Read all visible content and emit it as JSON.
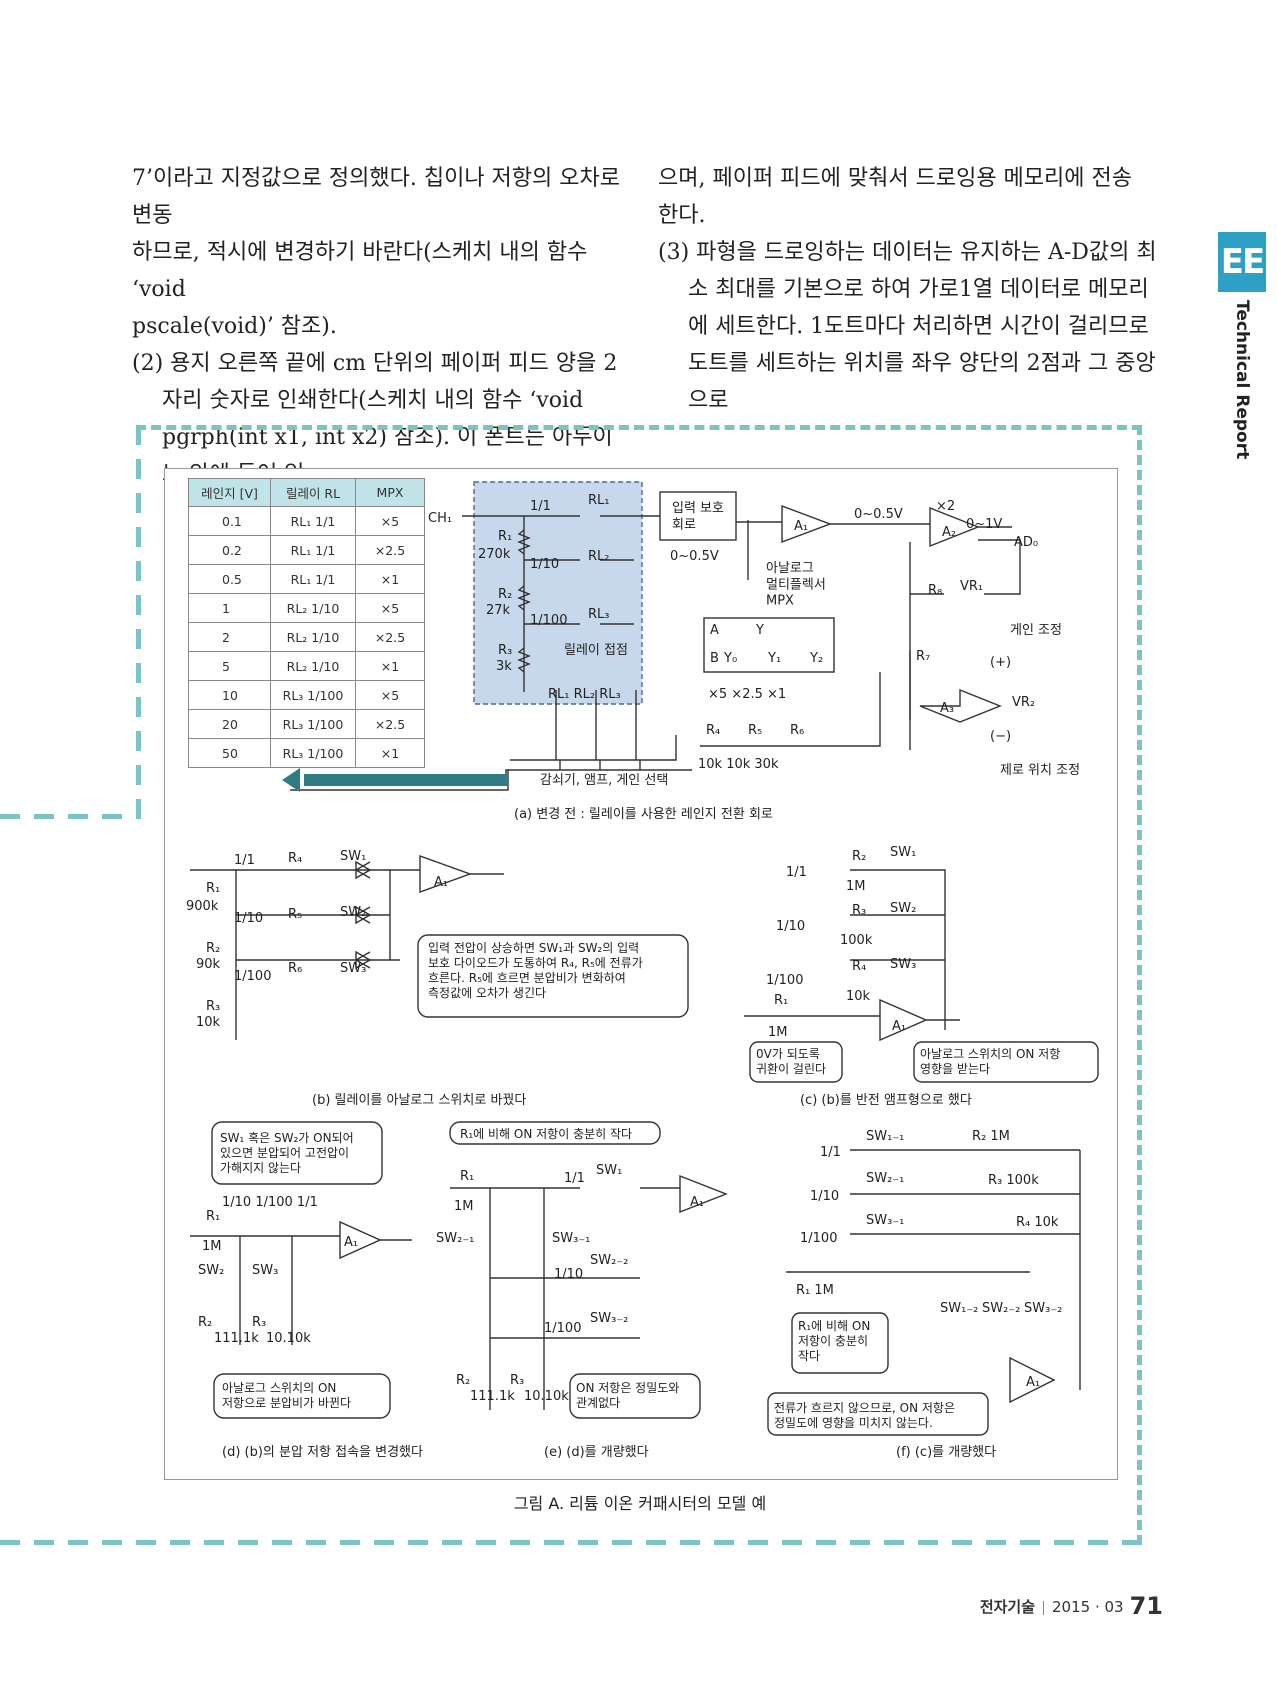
{
  "column_left": {
    "lines": [
      "7’이라고 지정값으로 정의했다. 칩이나 저항의 오차로 변동",
      "하므로, 적시에 변경하기 바란다(스케치 내의 함수 ‘void",
      "pscale(void)’ 참조)."
    ],
    "item2": "(2) 용지 오른쪽 끝에 cm 단위의 페이퍼 피드 양을 2자리 숫자로 인쇄한다(스케치 내의 함수 ‘void pgrph(int x1, int x2) 참조). 이 폰트는 아두이노 안에 들어 있"
  },
  "column_right": {
    "lines": [
      "으며, 페이퍼 피드에 맞춰서 드로잉용 메모리에 전송",
      "한다."
    ],
    "item3": "(3) 파형을 드로잉하는 데이터는 유지하는 A-D값의 최소 최대를 기본으로 하여 가로1열 데이터로 메모리에 세트한다. 1도트마다 처리하면 시간이 걸리므로 도트를 세트하는 위치를 좌우 양단의 2점과 그 중앙으로"
  },
  "side": {
    "tab": "EE",
    "label": "Technical Report"
  },
  "figure": {
    "caption": "그림 A. 리튬 이온 커패시터의 모델 예",
    "table": {
      "headers": [
        "레인지 [V]",
        "릴레이 RL",
        "MPX"
      ],
      "rows": [
        [
          "0.1",
          "RL₁ 1/1",
          "×5"
        ],
        [
          "0.2",
          "RL₁ 1/1",
          "×2.5"
        ],
        [
          "0.5",
          "RL₁ 1/1",
          "×1"
        ],
        [
          "1",
          "RL₂ 1/10",
          "×5"
        ],
        [
          "2",
          "RL₂ 1/10",
          "×2.5"
        ],
        [
          "5",
          "RL₂ 1/10",
          "×1"
        ],
        [
          "10",
          "RL₃ 1/100",
          "×5"
        ],
        [
          "20",
          "RL₃ 1/100",
          "×2.5"
        ],
        [
          "50",
          "RL₃ 1/100",
          "×1"
        ]
      ]
    },
    "a": {
      "ch1": "CH₁",
      "r1": "R₁",
      "r1v": "270k",
      "r2": "R₂",
      "r2v": "27k",
      "r3": "R₃",
      "r3v": "3k",
      "rl1": "RL₁",
      "rl2": "RL₂",
      "rl3": "RL₃",
      "div1": "1/1",
      "div10": "1/10",
      "div100": "1/100",
      "relay_contact": "릴레이 접점",
      "rl_bottom": "RL₁ RL₂ RL₃",
      "input_prot": "입력 보호\n회로",
      "range1": "0~0.5V",
      "range2": "0~0.5V",
      "range3": "0~1V",
      "a1": "A₁",
      "a2": "A₂",
      "a3": "A₃",
      "x2": "×2",
      "mpx": "아날로그\n멀티플렉서\nMPX",
      "mpx_a": "A",
      "mpx_b": "B",
      "mpx_y": "Y",
      "mpx_y0": "Y₀",
      "mpx_y1": "Y₁",
      "mpx_y2": "Y₂",
      "gains": "×5 ×2.5  ×1",
      "r4": "R₄",
      "r5": "R₅",
      "r6": "R₆",
      "r456v": "10k  10k  30k",
      "ad0": "AD₀",
      "r8": "R₈",
      "vr1": "VR₁",
      "r7": "R₇",
      "vr2": "VR₂",
      "plus": "(+)",
      "minus": "(−)",
      "gain_adj": "게인 조정",
      "zero_adj": "제로 위치 조정",
      "select": "감쇠기, 앰프, 게인 선택",
      "caption": "(a) 변경 전 : 릴레이를 사용한 레인지 전환 회로"
    },
    "b": {
      "div1": "1/1",
      "div10": "1/10",
      "div100": "1/100",
      "r1": "R₁",
      "r1v": "900k",
      "r2": "R₂",
      "r2v": "90k",
      "r3": "R₃",
      "r3v": "10k",
      "r4": "R₄",
      "r5": "R₅",
      "r6": "R₆",
      "sw1": "SW₁",
      "sw2": "SW₂",
      "sw3": "SW₃",
      "a1": "A₁",
      "note": "입력 전압이 상승하면 SW₁과 SW₂의 입력\n보호 다이오드가 도통하여 R₄, R₅에 전류가\n흐른다. R₅에 흐르면 분압비가 변화하여\n측정값에 오차가 생긴다",
      "caption": "(b) 릴레이를 아날로그 스위치로 바꿨다"
    },
    "c": {
      "div1": "1/1",
      "div10": "1/10",
      "div100": "1/100",
      "r2": "R₂",
      "r2v": "1M",
      "r3": "R₃",
      "r3v": "100k",
      "r4": "R₄",
      "r4v": "10k",
      "r1": "R₁",
      "r1v": "1M",
      "sw1": "SW₁",
      "sw2": "SW₂",
      "sw3": "SW₃",
      "a1": "A₁",
      "note1": "0V가 되도록\n귀환이 걸린다",
      "note2": "아날로그 스위치의 ON 저항\n영향을 받는다",
      "caption": "(c) (b)를 반전 앰프형으로 했다"
    },
    "d": {
      "note1": "SW₁ 혹은 SW₂가 ON되어\n있으면 분압되어 고전압이\n가해지지 않는다",
      "divs": "1/10  1/100  1/1",
      "r1": "R₁",
      "r1v": "1M",
      "sw2": "SW₂",
      "sw3": "SW₃",
      "a1": "A₁",
      "r2": "R₂",
      "r2v": "111.1k",
      "r3": "R₃",
      "r3v": "10.10k",
      "note2": "아날로그 스위치의 ON\n저항으로 분압비가 바뀐다",
      "caption": "(d) (b)의 분압 저항 접속을 변경했다"
    },
    "e": {
      "note1": "R₁에 비해 ON 저항이 충분히 작다",
      "r1": "R₁",
      "r1v": "1M",
      "div1": "1/1",
      "sw1": "SW₁",
      "a1": "A₁",
      "sw21": "SW₂₋₁",
      "sw31": "SW₃₋₁",
      "div10": "1/10",
      "sw22": "SW₂₋₂",
      "div100": "1/100",
      "sw32": "SW₃₋₂",
      "r2": "R₂",
      "r2v": "111.1k",
      "r3": "R₃",
      "r3v": "10.10k",
      "note2": "ON 저항은 정밀도와\n관계없다",
      "caption": "(e) (d)를 개량했다"
    },
    "f": {
      "div1": "1/1",
      "div10": "1/10",
      "div100": "1/100",
      "sw11": "SW₁₋₁",
      "sw21": "SW₂₋₁",
      "sw31": "SW₃₋₁",
      "r2": "R₂ 1M",
      "r3": "R₃ 100k",
      "r4": "R₄ 10k",
      "r1": "R₁ 1M",
      "sw12": "SW₁₋₂",
      "sw22": "SW₂₋₂",
      "sw32": "SW₃₋₂",
      "a1": "A₁",
      "note1": "R₁에 비해 ON\n저항이 충분히\n작다",
      "note2": "전류가 흐르지 않으므로, ON 저항은\n정밀도에 영향을 미치지 않는다.",
      "caption": "(f) (c)를 개량했다"
    }
  },
  "footer": {
    "publication": "전자기술",
    "date": "2015 · 03",
    "page": "71"
  }
}
